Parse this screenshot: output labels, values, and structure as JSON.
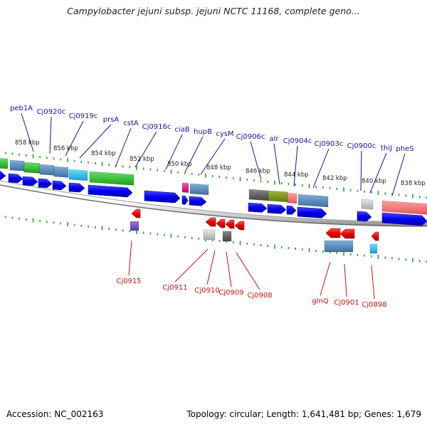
{
  "title": "Campylobacter jejuni subsp. jejuni NCTC 11168, complete geno...",
  "footer": {
    "accession": "Accession: NC_002163",
    "topology": "Topology: circular; Length: 1,641,481 bp; Genes: 1,679"
  },
  "colors": {
    "forward_label": "#1515a6",
    "reverse_label": "#cc1111",
    "backbone": "#777777",
    "tick": "#2a9a2a"
  },
  "scale_labels": [
    "858 kbp",
    "856 kbp",
    "854 kbp",
    "852 kbp",
    "850 kbp",
    "848 kbp",
    "846 kbp",
    "844 kbp",
    "842 kbp",
    "840 kbp",
    "838 kbp"
  ],
  "forward_labels": [
    "peb1A",
    "Cj0920c",
    "Cj0919c",
    "prsA",
    "cstA",
    "Cj0916c",
    "ciaB",
    "hupB",
    "cysM",
    "Cj0906c",
    "alr",
    "Cj0904c",
    "Cj0903c",
    "Cj0900c",
    "thiJ",
    "pheS"
  ],
  "reverse_labels": [
    "Cj0915",
    "Cj0911",
    "Cj0910",
    "Cj0909",
    "Cj0908",
    "glnQ",
    "Cj0901",
    "Cj0898"
  ]
}
